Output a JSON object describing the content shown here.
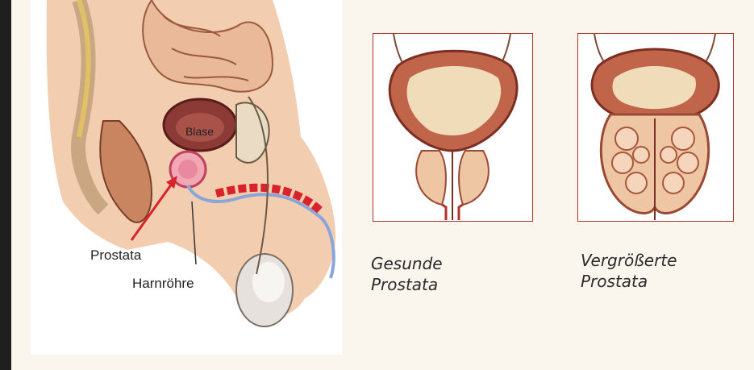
{
  "anatomy": {
    "labels": {
      "bladder": "Blase",
      "prostate": "Prostata",
      "urethra": "Harnröhre"
    }
  },
  "comparison": [
    {
      "caption_line1": "Gesunde",
      "caption_line2": "Prostata"
    },
    {
      "caption_line1": "Vergrößerte",
      "caption_line2": "Prostata"
    }
  ],
  "colors": {
    "outline": "#b0322a",
    "tissue": "#f0cfb3",
    "accent_red": "#d8232a",
    "background": "#faf6ee"
  }
}
